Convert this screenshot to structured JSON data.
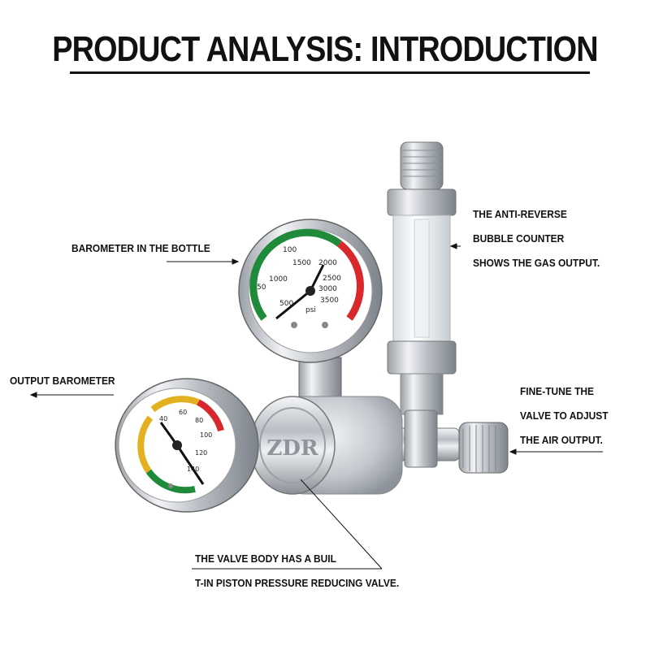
{
  "title": "PRODUCT ANALYSIS: INTRODUCTION",
  "labels": {
    "bottle_barometer": "BAROMETER IN THE BOTTLE",
    "output_barometer": "OUTPUT BAROMETER",
    "bubble_counter": [
      "THE ANTI-REVERSE",
      "BUBBLE COUNTER",
      "SHOWS THE GAS OUTPUT."
    ],
    "fine_tune": [
      "FINE-TUNE THE",
      "VALVE TO ADJUST",
      "THE AIR OUTPUT."
    ],
    "valve_body": [
      "THE VALVE BODY HAS A BUIL",
      "T-IN PISTON PRESSURE REDUCING VALVE."
    ]
  },
  "logo_text": "ZDR",
  "upper_gauge": {
    "scale_outer": [
      "100",
      "1500",
      "2000",
      "2500",
      "3000",
      "3500"
    ],
    "scale_inner": [
      "50",
      "1000",
      "500"
    ],
    "unit": "psi"
  },
  "lower_gauge": {
    "scale": [
      "40",
      "60",
      "80",
      "100",
      "120",
      "140"
    ]
  },
  "colors": {
    "text": "#111111",
    "chrome": "#c9cdd2",
    "gauge_green": "#1f8a3a",
    "gauge_red": "#d8282b",
    "gauge_yellow": "#e3b11f"
  }
}
